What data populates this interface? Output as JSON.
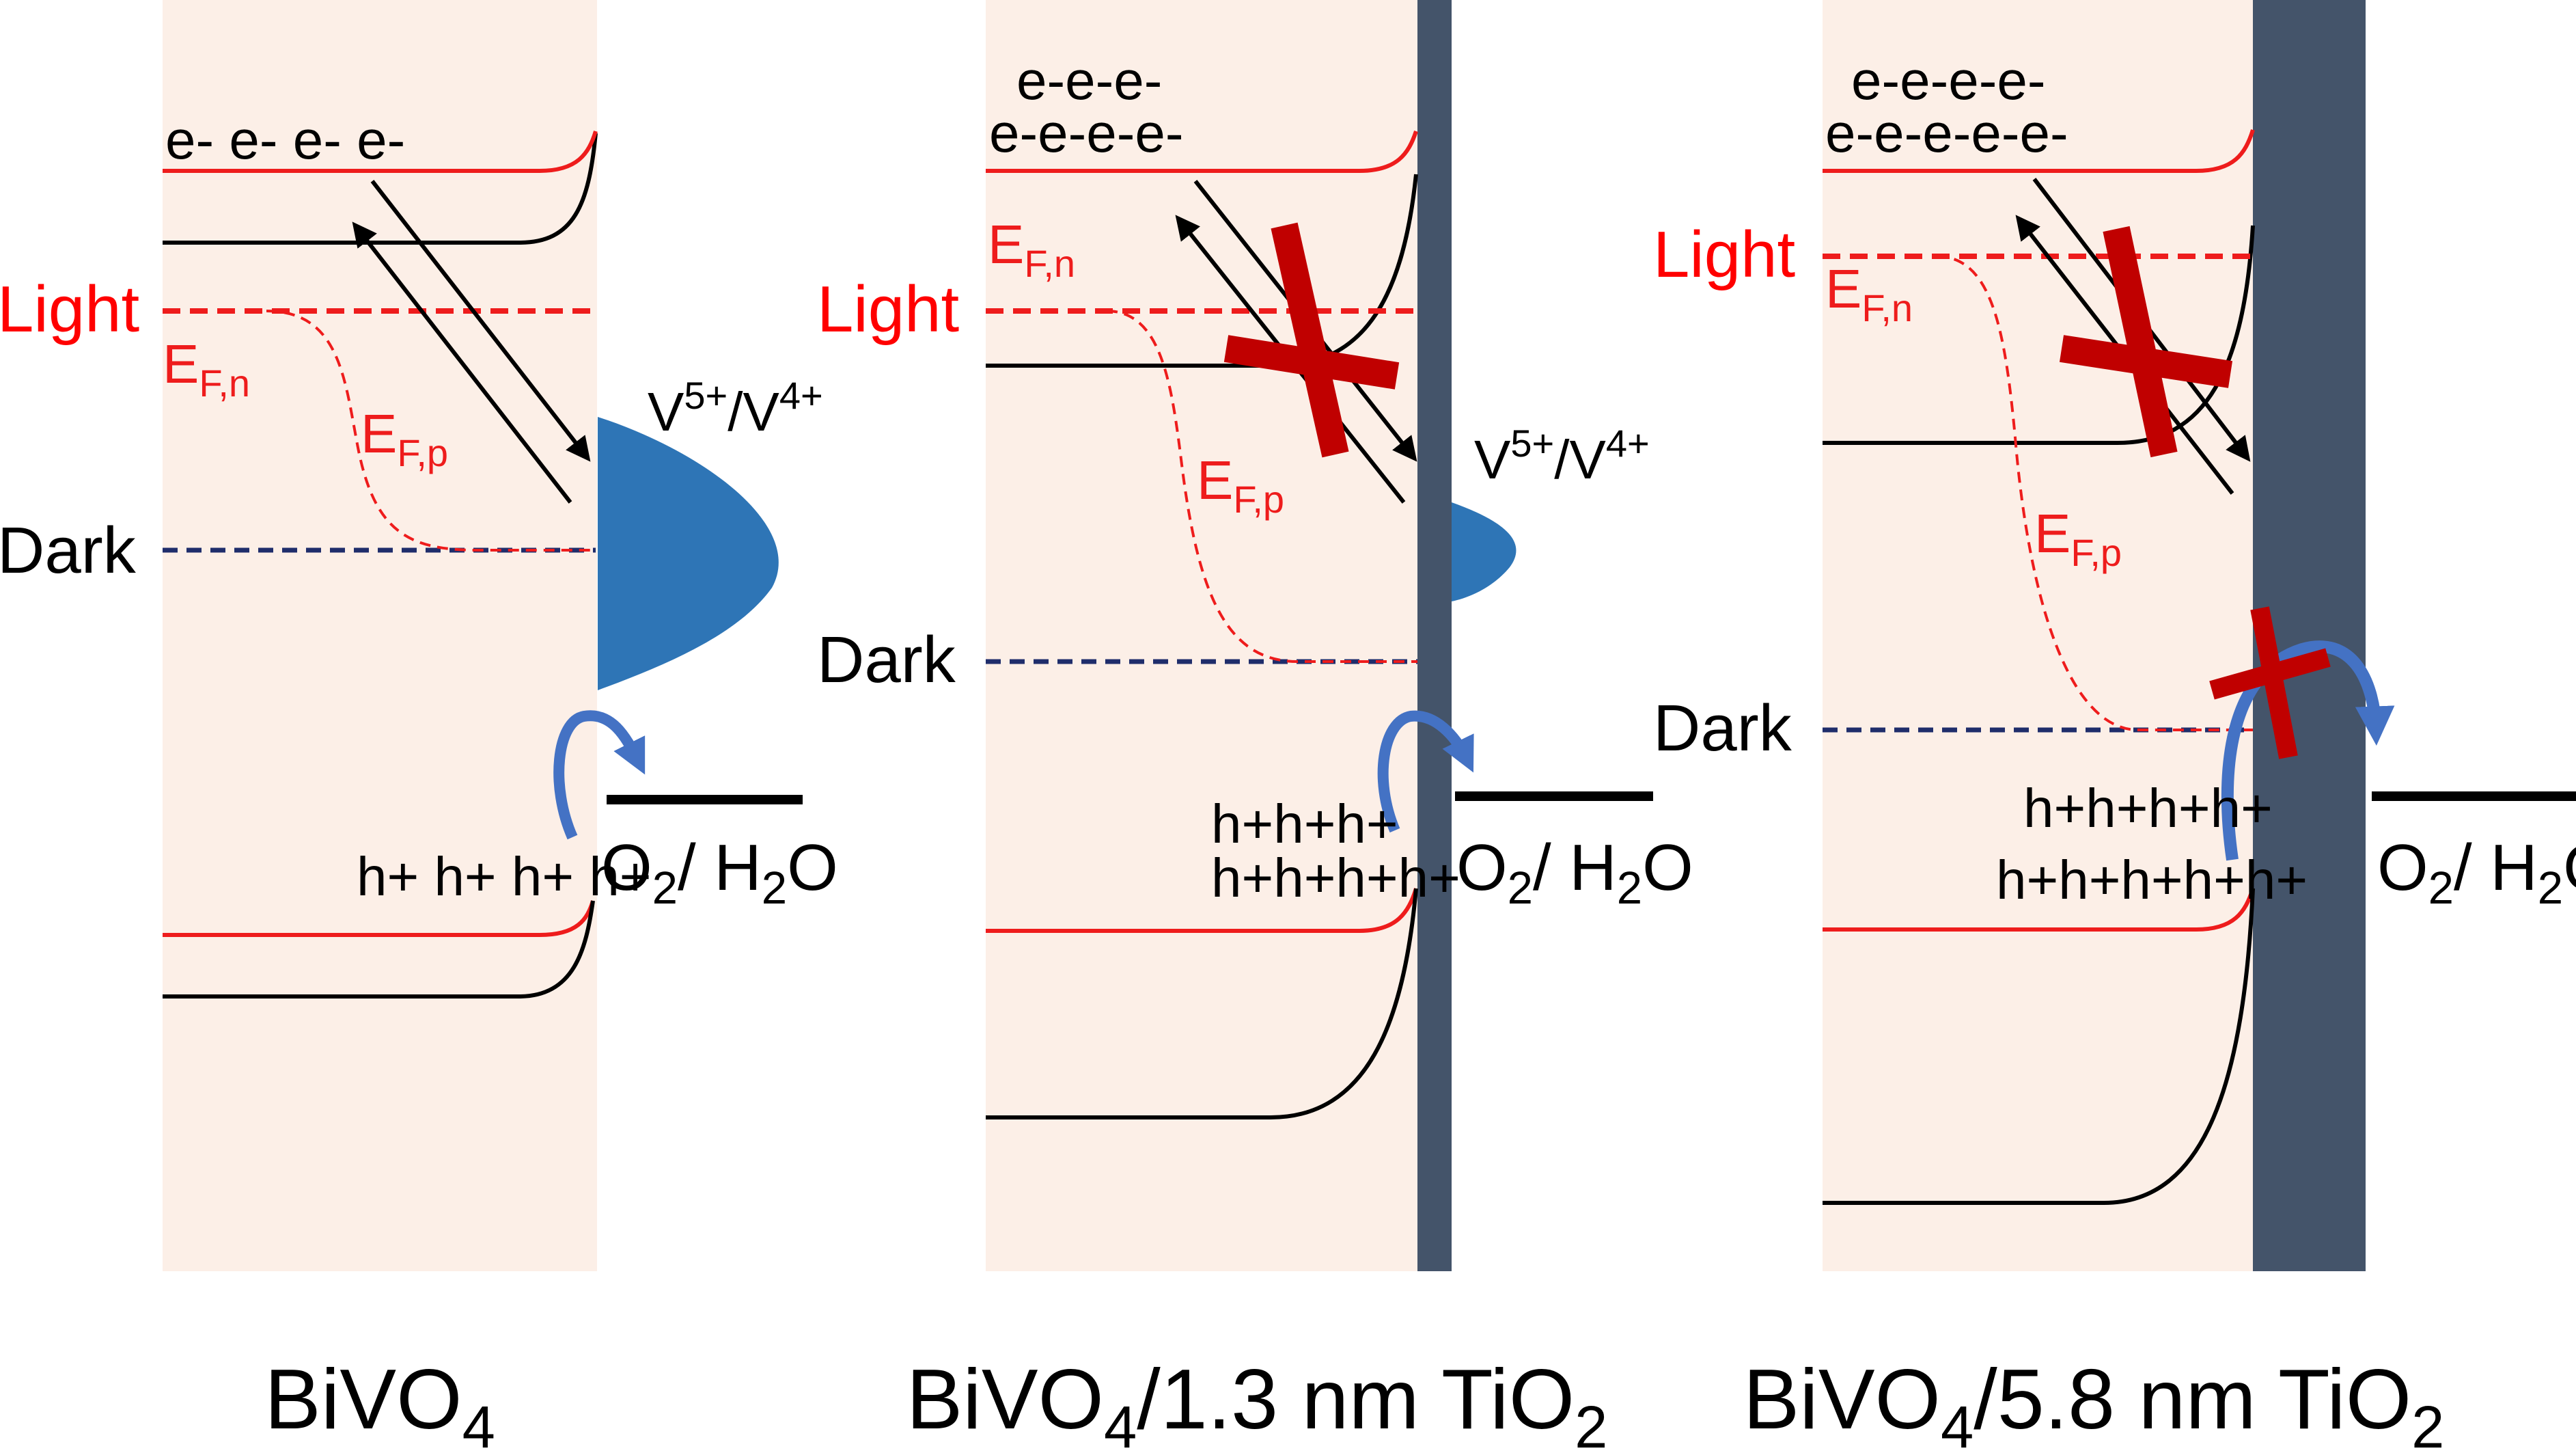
{
  "colors": {
    "semiconductor_bg": "#fcefe7",
    "tio2_layer": "#44546a",
    "cb_vb_red": "#ee1c1c",
    "band_black": "#000000",
    "dark_level": "#1f2d6b",
    "state_blue": "#2e75b6",
    "transfer_arrow": "#4472c4",
    "blocked_cross": "#c00000",
    "light_label": "#ff0000",
    "efn_label": "#ee1c1c"
  },
  "icons": {
    "blocked": "red-cross-icon",
    "hole_transfer": "curved-arrow-icon"
  },
  "panels": [
    {
      "id": "bivo4",
      "caption": {
        "main": "BiVO",
        "sub": "4",
        "rest": ""
      },
      "light_label": "Light",
      "dark_label": "Dark",
      "efn": {
        "main": "E",
        "sub": "F,n"
      },
      "efp": {
        "main": "E",
        "sub": "F,p"
      },
      "electrons": [
        "e- e- e- e-"
      ],
      "holes": [
        "h+ h+ h+ h+"
      ],
      "states_label": {
        "v1": "V",
        "s1": "5+",
        "sep": "/V",
        "s2": "4+"
      },
      "redox": {
        "a": "O",
        "a_sub": "2",
        "b": "/ H",
        "b_sub": "2",
        "c": "O"
      },
      "electron_transfer_blocked": false,
      "hole_transfer_blocked": false
    },
    {
      "id": "bivo4-tio2-1p3",
      "caption": {
        "main": "BiVO",
        "sub": "4",
        "rest": "/1.3 nm TiO",
        "sub2": "2"
      },
      "light_label": "Light",
      "dark_label": "Dark",
      "efn": {
        "main": "E",
        "sub": "F,n"
      },
      "efp": {
        "main": "E",
        "sub": "F,p"
      },
      "electrons": [
        "e-e-e-",
        "e-e-e-e-"
      ],
      "holes": [
        "h+h+h+",
        "h+h+h+h+"
      ],
      "states_label": {
        "v1": "V",
        "s1": "5+",
        "sep": "/V",
        "s2": "4+"
      },
      "redox": {
        "a": "O",
        "a_sub": "2",
        "b": "/ H",
        "b_sub": "2",
        "c": "O"
      },
      "electron_transfer_blocked": true,
      "hole_transfer_blocked": false
    },
    {
      "id": "bivo4-tio2-5p8",
      "caption": {
        "main": "BiVO",
        "sub": "4",
        "rest": "/5.8 nm TiO",
        "sub2": "2"
      },
      "light_label": "Light",
      "dark_label": "Dark",
      "efn": {
        "main": "E",
        "sub": "F,n"
      },
      "efp": {
        "main": "E",
        "sub": "F,p"
      },
      "electrons": [
        "e-e-e-e-",
        "e-e-e-e-e-"
      ],
      "holes": [
        "h+h+h+h+",
        "h+h+h+h+h+"
      ],
      "redox": {
        "a": "O",
        "a_sub": "2",
        "b": "/ H",
        "b_sub": "2",
        "c": "O"
      },
      "electron_transfer_blocked": true,
      "hole_transfer_blocked": true
    }
  ]
}
